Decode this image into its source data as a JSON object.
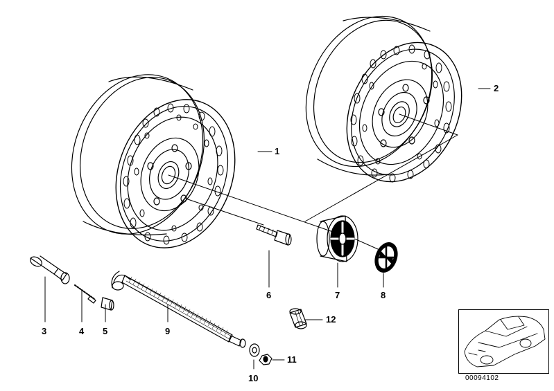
{
  "diagram": {
    "id": "00094102",
    "callouts": [
      {
        "key": "1",
        "label": "1"
      },
      {
        "key": "2",
        "label": "2"
      },
      {
        "key": "3",
        "label": "3"
      },
      {
        "key": "4",
        "label": "4"
      },
      {
        "key": "5",
        "label": "5"
      },
      {
        "key": "6",
        "label": "6"
      },
      {
        "key": "7",
        "label": "7"
      },
      {
        "key": "8",
        "label": "8"
      },
      {
        "key": "9",
        "label": "9"
      },
      {
        "key": "10",
        "label": "10"
      },
      {
        "key": "11",
        "label": "11"
      },
      {
        "key": "12",
        "label": "12"
      }
    ]
  }
}
